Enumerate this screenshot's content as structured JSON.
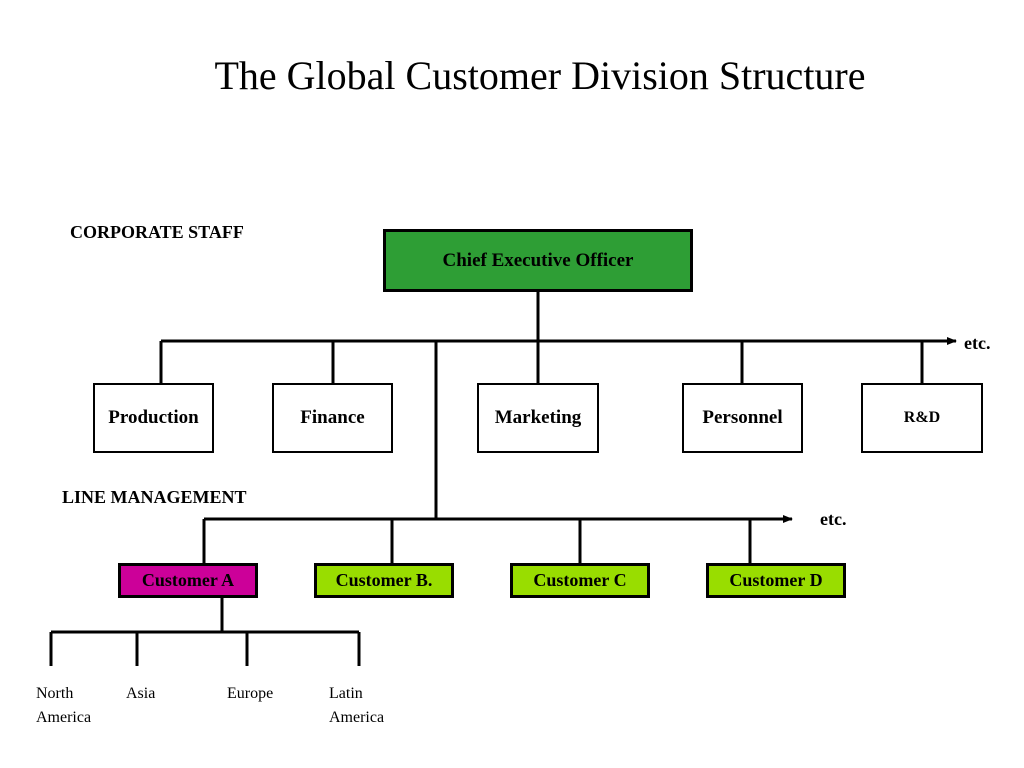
{
  "title": "The Global Customer Division Structure",
  "sections": {
    "corporate_staff": "CORPORATE STAFF",
    "line_management": "LINE MANAGEMENT"
  },
  "ceo": {
    "label": "Chief Executive Officer",
    "color": "#2e9e35"
  },
  "staff": [
    {
      "label": "Production"
    },
    {
      "label": "Finance"
    },
    {
      "label": "Marketing"
    },
    {
      "label": "Personnel"
    },
    {
      "label": "R&D"
    }
  ],
  "staff_etc": "etc.",
  "customers": [
    {
      "label": "Customer A",
      "color": "#cc0099"
    },
    {
      "label": "Customer B.",
      "color": "#99dd00"
    },
    {
      "label": "Customer C",
      "color": "#99dd00"
    },
    {
      "label": "Customer D",
      "color": "#99dd00"
    }
  ],
  "customers_etc": "etc.",
  "regions": [
    {
      "line1": "North",
      "line2": "America"
    },
    {
      "line1": "Asia",
      "line2": ""
    },
    {
      "line1": "Europe",
      "line2": ""
    },
    {
      "line1": "Latin",
      "line2": "America"
    }
  ]
}
